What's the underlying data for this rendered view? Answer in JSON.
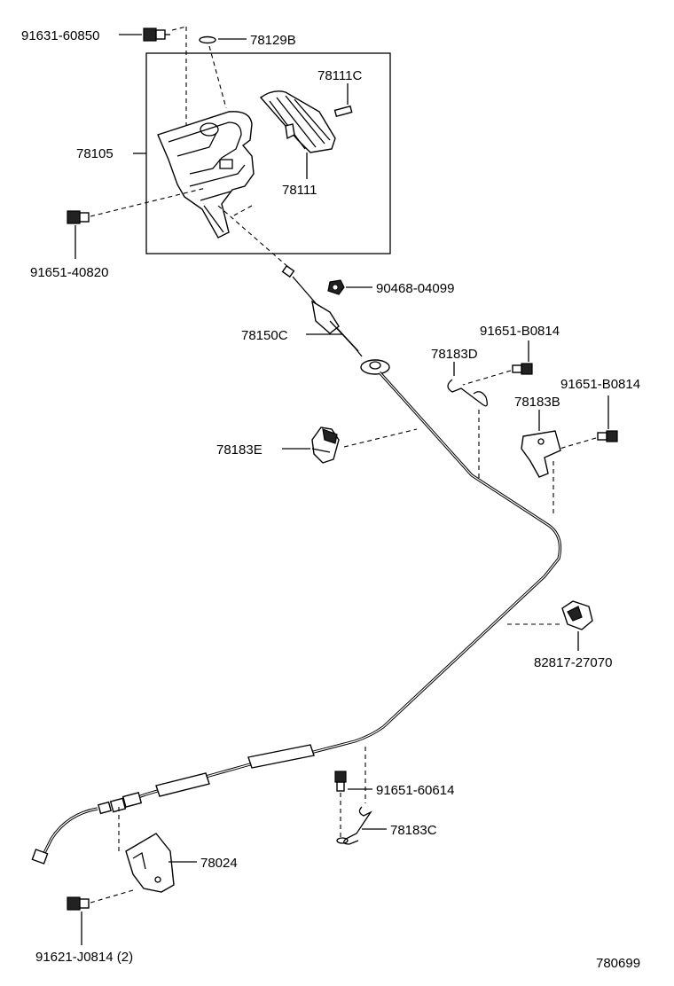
{
  "labels": {
    "p91631_60850": "91631-60850",
    "p78129B": "78129B",
    "p78111C": "78111C",
    "p78105": "78105",
    "p78111": "78111",
    "p91651_40820": "91651-40820",
    "p90468_04099": "90468-04099",
    "p78150C": "78150C",
    "p91651_B0814_a": "91651-B0814",
    "p78183D": "78183D",
    "p91651_B0814_b": "91651-B0814",
    "p78183B": "78183B",
    "p78183E": "78183E",
    "p82817_27070": "82817-27070",
    "p91651_60614": "91651-60614",
    "p78183C": "78183C",
    "p78024": "78024",
    "p91621_J0814": "91621-J0814 (2)",
    "figure_number": "780699"
  }
}
